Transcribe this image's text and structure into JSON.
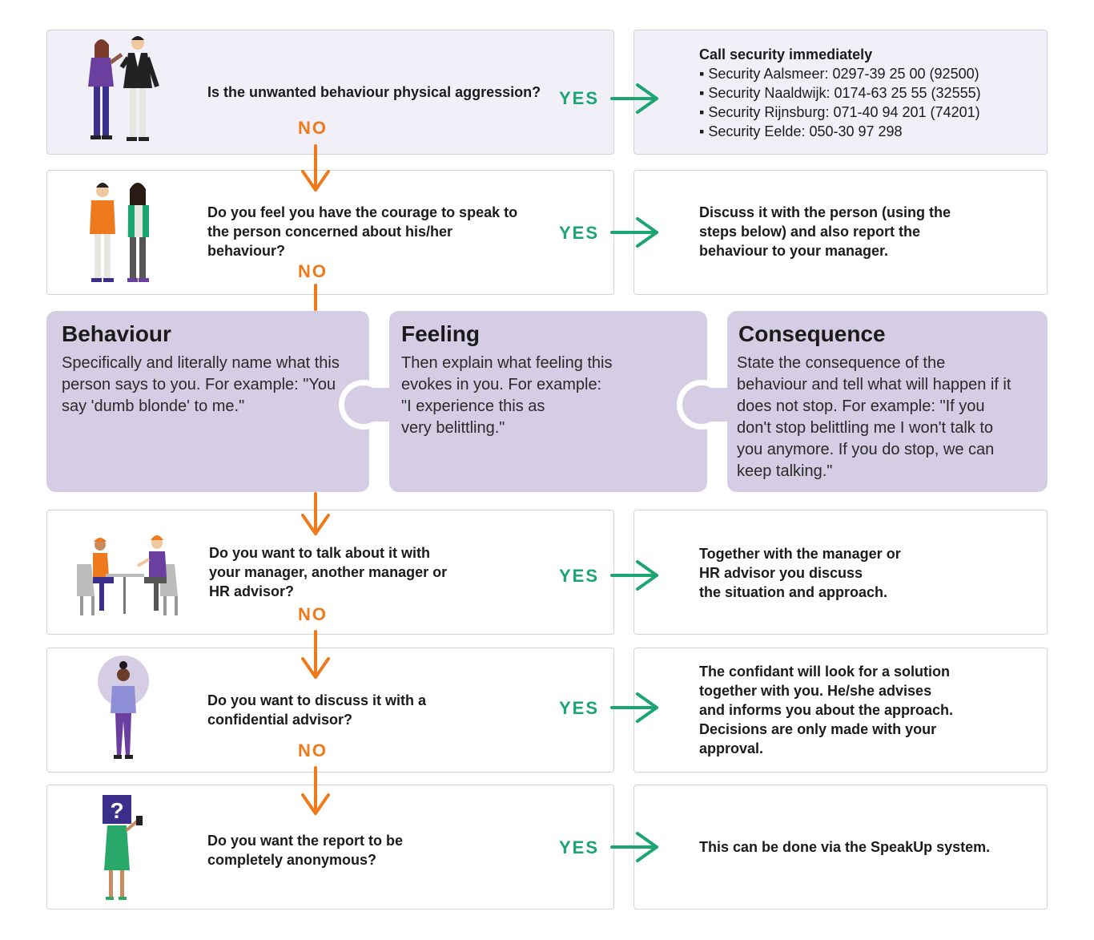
{
  "yes_label": "YES",
  "no_label": "NO",
  "steps": [
    {
      "question": "Is the unwanted behaviour physical aggression?",
      "answer_head": "Call security immediately",
      "answer_items": [
        "Security Aalsmeer: 0297-39 25 00 (92500)",
        "Security Naaldwijk: 0174-63 25 55 (32555)",
        "Security Rijnsburg: 071-40 94 201 (74201)",
        "Security Eelde: 050-30 97 298"
      ]
    },
    {
      "question_lines": [
        "Do you feel you have the courage to speak to",
        "the person concerned about his/her",
        "behaviour?"
      ],
      "answer_lines": [
        "Discuss it with the person (using the",
        "steps below) and also report the",
        "behaviour to your manager."
      ]
    },
    {
      "question_lines": [
        "Do you want to talk about it with",
        "your manager, another manager or",
        "HR advisor?"
      ],
      "answer_lines": [
        "Together with the manager or",
        "HR advisor you discuss",
        "the situation and approach."
      ]
    },
    {
      "question_lines": [
        "Do you want to discuss it with a",
        "confidential advisor?"
      ],
      "answer_lines": [
        "The confidant will look for a solution",
        "together with you. He/she advises",
        "and informs you about the approach.",
        "Decisions are only made with your",
        "approval."
      ]
    },
    {
      "question_lines": [
        "Do you want the report to be",
        "completely anonymous?"
      ],
      "answer": "This can be done via the SpeakUp system."
    }
  ],
  "puzzle": [
    {
      "title": "Behaviour",
      "lines": [
        "Specifically and literally name what this",
        "person says to you. For example: \"You",
        "say 'dumb blonde' to me.\""
      ]
    },
    {
      "title": "Feeling",
      "lines": [
        "Then explain what feeling this",
        "evokes in you. For example:",
        "\"I experience this as",
        "very belittling.\""
      ]
    },
    {
      "title": "Consequence",
      "lines": [
        "State the consequence of the",
        "behaviour and tell what will happen if it",
        "does not stop. For example: \"If you",
        "don't stop belittling me I won't talk to",
        "you anymore. If you do stop, we can",
        "keep talking.\""
      ]
    }
  ],
  "question_mark": "?"
}
